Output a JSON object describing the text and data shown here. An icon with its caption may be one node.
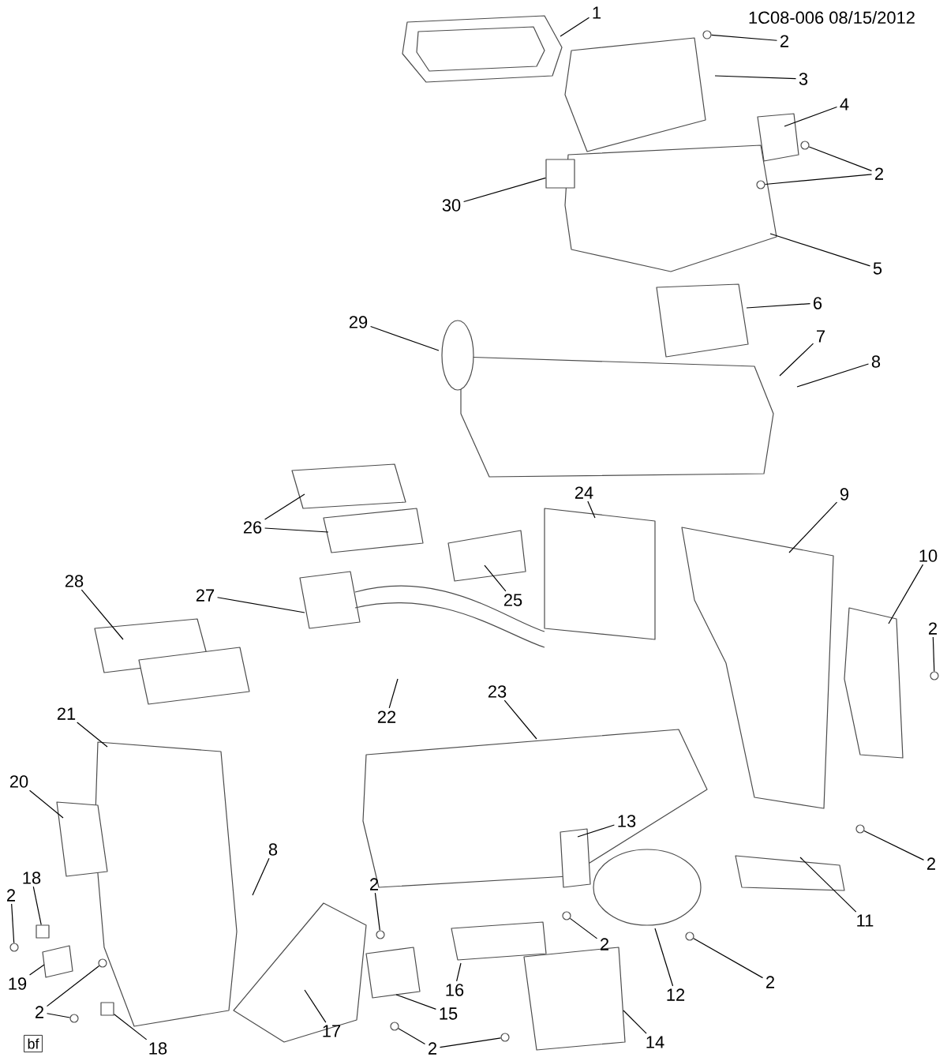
{
  "diagram": {
    "nodes": [
      {
        "text": [
          "1"
        ]
      },
      {
        "text": [
          "2"
        ]
      },
      {
        "text": [
          "3"
        ]
      },
      {
        "text": [
          "4"
        ]
      },
      {
        "text": [
          "2"
        ]
      },
      {
        "text": [
          "30"
        ]
      },
      {
        "text": [
          "5"
        ]
      },
      {
        "text": [
          "6"
        ]
      },
      {
        "text": [
          "29"
        ]
      },
      {
        "text": [
          "7"
        ]
      },
      {
        "text": [
          "8"
        ]
      },
      {
        "text": [
          "24"
        ]
      },
      {
        "text": [
          "9"
        ]
      },
      {
        "text": [
          "26"
        ]
      },
      {
        "text": [
          "10"
        ]
      },
      {
        "text": [
          "28"
        ]
      },
      {
        "text": [
          "27"
        ]
      },
      {
        "text": [
          "25"
        ]
      },
      {
        "text": [
          "2"
        ]
      },
      {
        "text": [
          "23"
        ]
      },
      {
        "text": [
          "21"
        ]
      },
      {
        "text": [
          "22"
        ]
      },
      {
        "text": [
          "20"
        ]
      },
      {
        "text": [
          "13"
        ]
      },
      {
        "text": [
          "8"
        ]
      },
      {
        "text": [
          "2"
        ]
      },
      {
        "text": [
          "18"
        ]
      },
      {
        "text": [
          "2"
        ]
      },
      {
        "text": [
          "2"
        ]
      },
      {
        "text": [
          "11"
        ]
      },
      {
        "text": [
          "2"
        ]
      },
      {
        "text": [
          "19"
        ]
      },
      {
        "text": [
          "2"
        ]
      },
      {
        "text": [
          "16"
        ]
      },
      {
        "text": [
          "12"
        ]
      },
      {
        "text": [
          "2"
        ]
      },
      {
        "text": [
          "15"
        ]
      },
      {
        "text": [
          "17"
        ]
      },
      {
        "text": [
          "14"
        ]
      },
      {
        "text": [
          "18"
        ]
      },
      {
        "text": [
          "2"
        ]
      },
      {
        "text": [],
        "shape": "circle"
      },
      {
        "text": [],
        "shape": "circle"
      },
      {
        "text": [],
        "shape": "box"
      },
      {
        "text": [],
        "shape": "circle"
      },
      {
        "text": [],
        "shape": "circle"
      },
      {
        "text": [],
        "shape": "circle"
      },
      {
        "text": [],
        "shape": "circle"
      },
      {
        "text": [],
        "shape": "box"
      },
      {
        "text": [],
        "shape": "circle"
      },
      {
        "text": [],
        "shape": "circle"
      },
      {
        "text": [],
        "shape": "circle"
      },
      {
        "text": [],
        "shape": "circle"
      },
      {
        "text": [],
        "shape": "box"
      },
      {
        "text": [],
        "shape": "circle"
      },
      {
        "text": [],
        "shape": "circle"
      },
      {
        "text": [],
        "shape": "circle"
      }
    ],
    "edges": [
      {
        "from": 0,
        "to": null,
        "arrow": "none"
      },
      {
        "from": 1,
        "to": 41,
        "arrow": "none"
      },
      {
        "from": 2,
        "to": null,
        "arrow": "none"
      },
      {
        "from": 3,
        "to": null,
        "arrow": "none"
      },
      {
        "from": 4,
        "to": 42,
        "arrow": "none"
      },
      {
        "from": 4,
        "to": 44,
        "arrow": "none"
      },
      {
        "from": 5,
        "to": 43,
        "arrow": "none"
      },
      {
        "from": 6,
        "to": null,
        "arrow": "none"
      },
      {
        "from": 7,
        "to": null,
        "arrow": "none"
      },
      {
        "from": 8,
        "to": null,
        "arrow": "none"
      },
      {
        "from": 9,
        "to": null,
        "arrow": "none"
      },
      {
        "from": 10,
        "to": null,
        "arrow": "none"
      },
      {
        "from": 11,
        "to": null,
        "arrow": "none"
      },
      {
        "from": 12,
        "to": null,
        "arrow": "none"
      },
      {
        "from": 13,
        "to": null,
        "arrow": "none"
      },
      {
        "from": 13,
        "to": null,
        "arrow": "none"
      },
      {
        "from": 14,
        "to": null,
        "arrow": "none"
      },
      {
        "from": 15,
        "to": null,
        "arrow": "none"
      },
      {
        "from": 16,
        "to": null,
        "arrow": "none"
      },
      {
        "from": 17,
        "to": null,
        "arrow": "none"
      },
      {
        "from": 18,
        "to": 45,
        "arrow": "none"
      },
      {
        "from": 19,
        "to": null,
        "arrow": "none"
      },
      {
        "from": 20,
        "to": null,
        "arrow": "none"
      },
      {
        "from": 21,
        "to": null,
        "arrow": "none"
      },
      {
        "from": 22,
        "to": null,
        "arrow": "none"
      },
      {
        "from": 23,
        "to": null,
        "arrow": "none"
      },
      {
        "from": 24,
        "to": null,
        "arrow": "none"
      },
      {
        "from": 25,
        "to": 46,
        "arrow": "none"
      },
      {
        "from": 26,
        "to": 48,
        "arrow": "none"
      },
      {
        "from": 27,
        "to": 49,
        "arrow": "none"
      },
      {
        "from": 28,
        "to": 51,
        "arrow": "none"
      },
      {
        "from": 29,
        "to": null,
        "arrow": "none"
      },
      {
        "from": 30,
        "to": 47,
        "arrow": "none"
      },
      {
        "from": 31,
        "to": null,
        "arrow": "none"
      },
      {
        "from": 32,
        "to": 50,
        "arrow": "none"
      },
      {
        "from": 33,
        "to": null,
        "arrow": "none"
      },
      {
        "from": 34,
        "to": null,
        "arrow": "none"
      },
      {
        "from": 35,
        "to": 52,
        "arrow": "none"
      },
      {
        "from": 35,
        "to": 54,
        "arrow": "none"
      },
      {
        "from": 36,
        "to": null,
        "arrow": "none"
      },
      {
        "from": 37,
        "to": null,
        "arrow": "none"
      },
      {
        "from": 38,
        "to": null,
        "arrow": "none"
      },
      {
        "from": 39,
        "to": 53,
        "arrow": "none"
      },
      {
        "from": 40,
        "to": 55,
        "arrow": "none"
      },
      {
        "from": 40,
        "to": 56,
        "arrow": "none"
      }
    ],
    "labels": [
      "1C08-006 08/15/2012",
      "bf"
    ]
  }
}
